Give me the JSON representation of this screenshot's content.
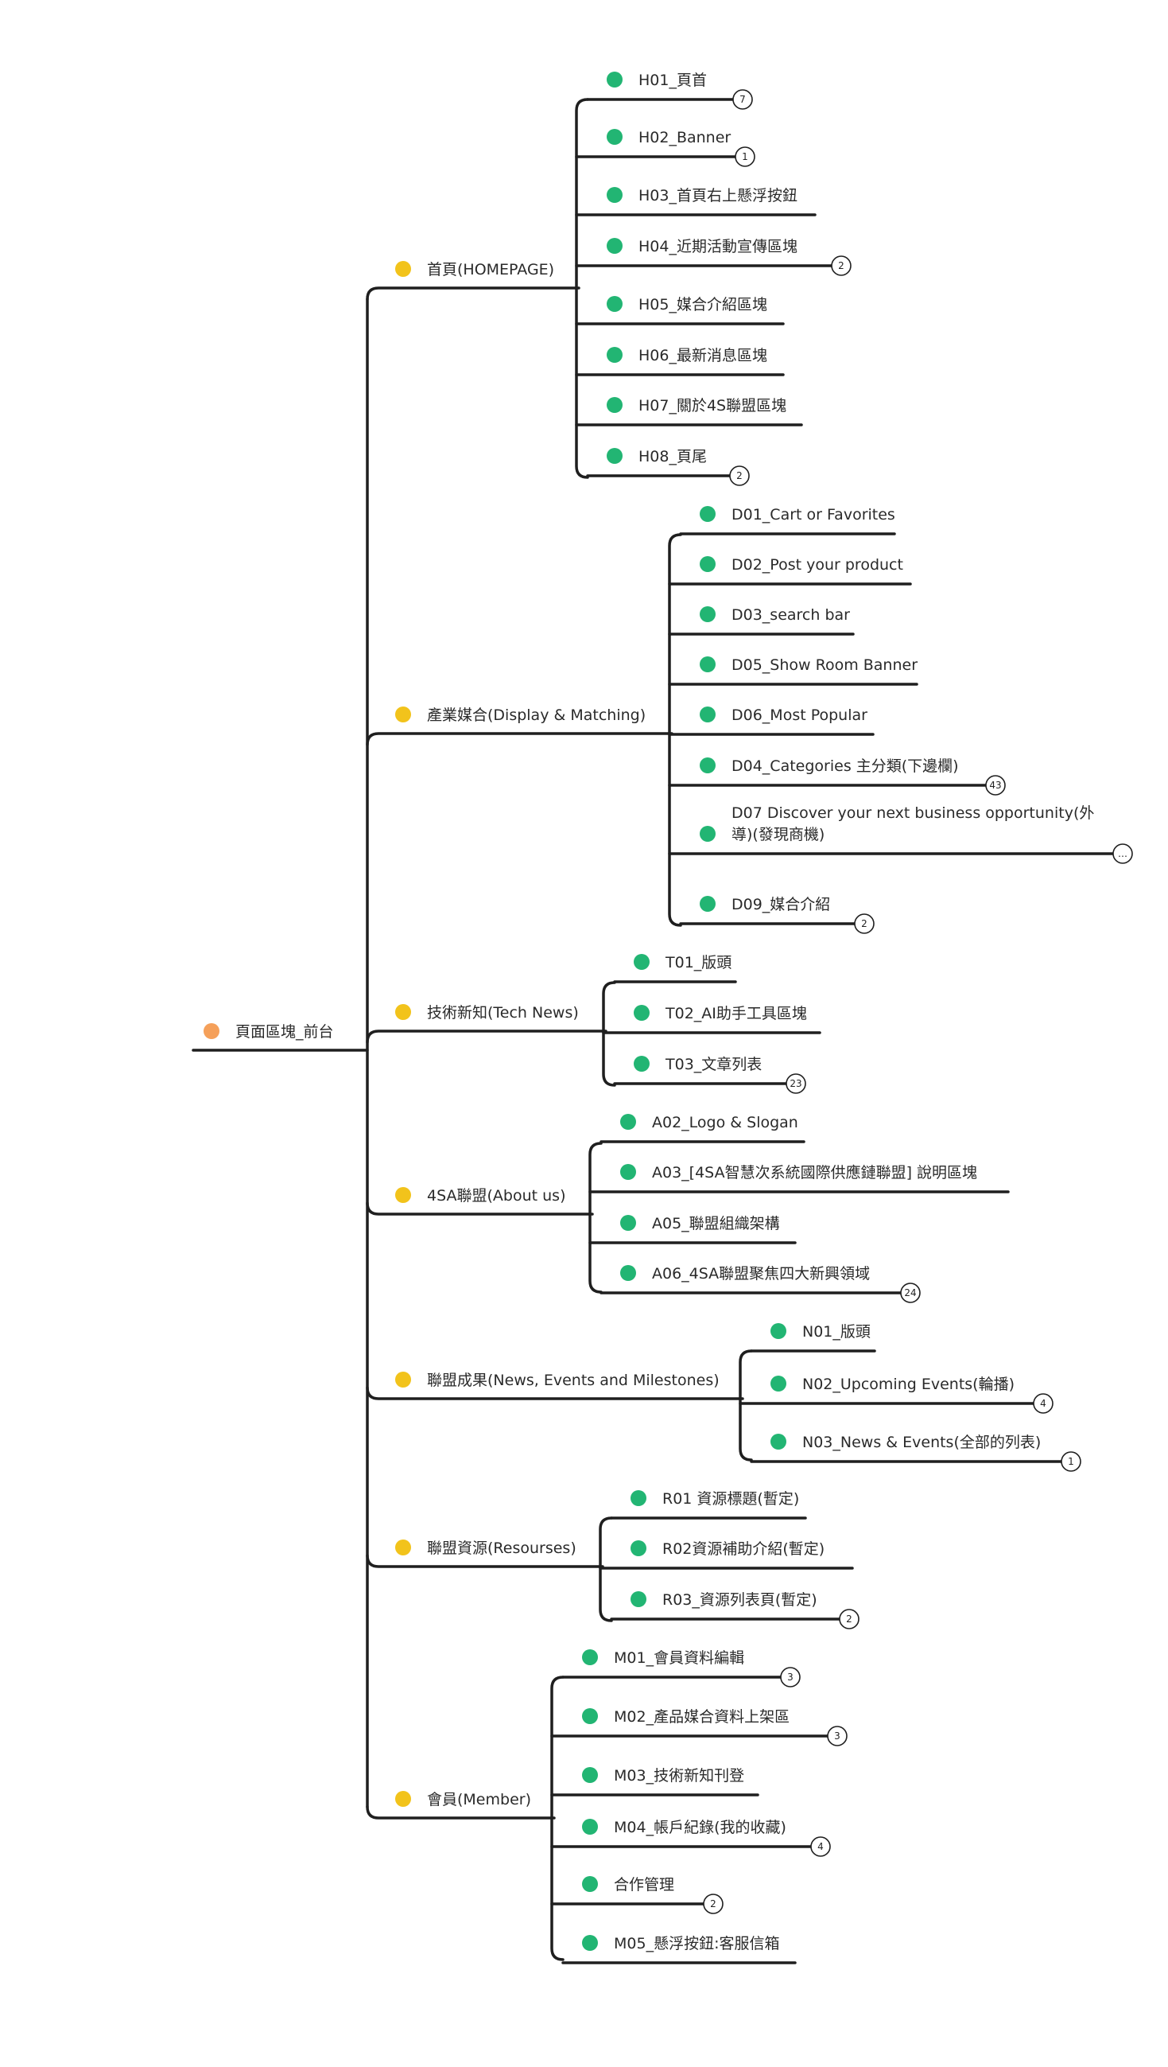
{
  "colors": {
    "root_dot": "#f5a05a",
    "category_dot": "#f2c31b",
    "leaf_dot": "#22b573",
    "line": "#1f1f1f",
    "text": "#2a2a2a"
  },
  "root": {
    "label": "頁面區塊_前台"
  },
  "categories": [
    {
      "label": "首頁(HOMEPAGE)",
      "children": [
        {
          "label": "H01_頁首",
          "badge": "7"
        },
        {
          "label": "H02_Banner",
          "badge": "1"
        },
        {
          "label": "H03_首頁右上懸浮按鈕"
        },
        {
          "label": "H04_近期活動宣傳區塊",
          "badge": "2"
        },
        {
          "label": "H05_媒合介紹區塊"
        },
        {
          "label": "H06_最新消息區塊"
        },
        {
          "label": "H07_關於4S聯盟區塊"
        },
        {
          "label": "H08_頁尾",
          "badge": "2"
        }
      ]
    },
    {
      "label": "產業媒合(Display & Matching)",
      "children": [
        {
          "label": "D01_Cart or Favorites"
        },
        {
          "label": "D02_Post your product"
        },
        {
          "label": "D03_search bar"
        },
        {
          "label": "D05_Show Room Banner"
        },
        {
          "label": "D06_Most Popular"
        },
        {
          "label": "D04_Categories 主分類(下邊欄)",
          "badge": "43"
        },
        {
          "label": "D07  Discover your next business opportunity(外",
          "label2": "導)(發現商機)",
          "badge": "…"
        },
        {
          "label": "D09_媒合介紹",
          "badge": "2"
        }
      ]
    },
    {
      "label": "技術新知(Tech News)",
      "children": [
        {
          "label": "T01_版頭"
        },
        {
          "label": "T02_AI助手工具區塊"
        },
        {
          "label": "T03_文章列表",
          "badge": "23"
        }
      ]
    },
    {
      "label": "4SA聯盟(About us)",
      "children": [
        {
          "label": "A02_Logo & Slogan"
        },
        {
          "label": "A03_[4SA智慧次系統國際供應鏈聯盟] 說明區塊"
        },
        {
          "label": "A05_聯盟組織架構"
        },
        {
          "label": "A06_4SA聯盟聚焦四大新興領域",
          "badge": "24"
        }
      ]
    },
    {
      "label": "聯盟成果(News, Events and Milestones)",
      "children": [
        {
          "label": "N01_版頭"
        },
        {
          "label": "N02_Upcoming Events(輪播)",
          "badge": "4"
        },
        {
          "label": "N03_News & Events(全部的列表)",
          "badge": "1"
        }
      ]
    },
    {
      "label": "聯盟資源(Resourses)",
      "children": [
        {
          "label": "R01 資源標題(暫定)"
        },
        {
          "label": "R02資源補助介紹(暫定)"
        },
        {
          "label": "R03_資源列表頁(暫定)",
          "badge": "2"
        }
      ]
    },
    {
      "label": "會員(Member)",
      "children": [
        {
          "label": "M01_會員資料編輯",
          "badge": "3"
        },
        {
          "label": "M02_產品媒合資料上架區",
          "badge": "3"
        },
        {
          "label": "M03_技術新知刊登"
        },
        {
          "label": "M04_帳戶紀錄(我的收藏)",
          "badge": "4"
        },
        {
          "label": "合作管理",
          "badge": "2"
        },
        {
          "label": "M05_懸浮按鈕:客服信箱"
        }
      ]
    }
  ]
}
